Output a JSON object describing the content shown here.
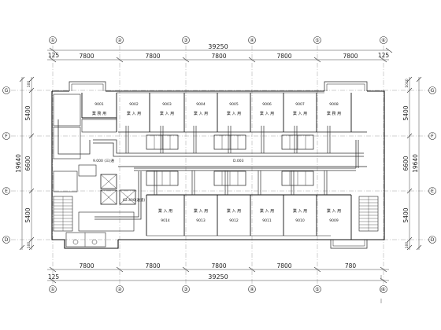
{
  "axes_top": [
    "①",
    "②",
    "③",
    "④",
    "⑤",
    "⑥"
  ],
  "axes_bottom": [
    "①",
    "②",
    "③",
    "④",
    "⑤",
    "⑥"
  ],
  "axes_left": [
    "G",
    "F",
    "E",
    "D"
  ],
  "axes_right": [
    "G",
    "F",
    "E",
    "D"
  ],
  "top_dims": {
    "total": "39250",
    "edge_left": "125",
    "edge_right": "125",
    "spans": [
      "7800",
      "7800",
      "7800",
      "7800",
      "7800"
    ]
  },
  "bottom_dims": {
    "total": "39250",
    "edge_left": "125",
    "spans": [
      "7800",
      "7800",
      "7800",
      "7800",
      "780"
    ]
  },
  "left_dims": {
    "total": "19640",
    "spans": [
      "100",
      "5400",
      "6600",
      "5400",
      "100"
    ]
  },
  "right_dims": {
    "total": "19640",
    "spans": [
      "1040",
      "5400",
      "6600",
      "5400",
      "100"
    ]
  },
  "rooms_top": [
    {
      "number": "9001",
      "name": "業 務 用"
    },
    {
      "number": "9002",
      "name": "業 入 用"
    },
    {
      "number": "9003",
      "name": "業 入 用"
    },
    {
      "number": "9004",
      "name": "業 入 用"
    },
    {
      "number": "9005",
      "name": "業 入 用"
    },
    {
      "number": "9006",
      "name": "業 入 用"
    },
    {
      "number": "9007",
      "name": "業 入 用"
    },
    {
      "number": "9008",
      "name": "業 務 用"
    }
  ],
  "rooms_bottom": [
    {
      "number": "9014",
      "name": "業 入 用"
    },
    {
      "number": "9013",
      "name": "業 入 用"
    },
    {
      "number": "9012",
      "name": "業 入 用"
    },
    {
      "number": "9011",
      "name": "業 入 用"
    },
    {
      "number": "9010",
      "name": "業 入 用"
    },
    {
      "number": "9009",
      "name": "業 入 用"
    }
  ],
  "annotations": {
    "corridor_left": "9.000 (三)通",
    "corridor_mid": "D.003",
    "corridor_low": "62.400(通道)"
  }
}
